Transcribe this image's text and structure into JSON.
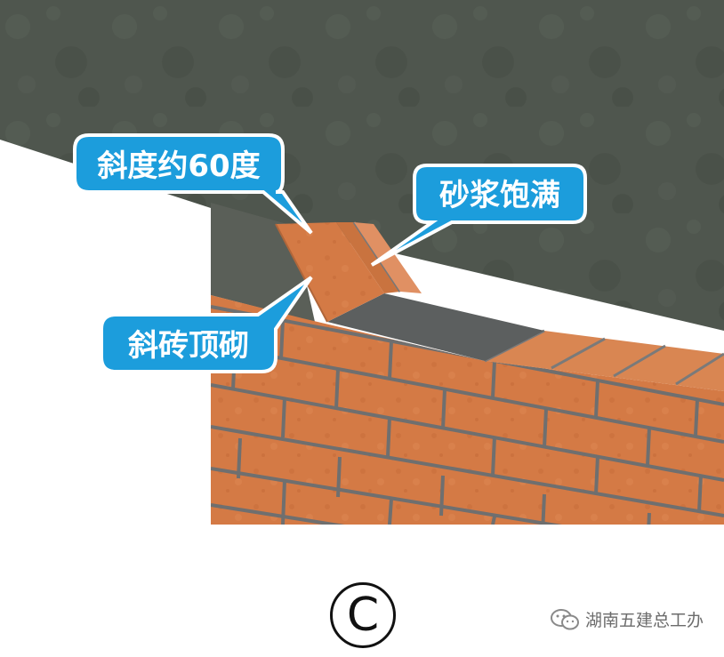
{
  "callouts": {
    "angle": "斜度约60度",
    "mortar": "砂浆饱满",
    "slant_brick": "斜砖顶砌"
  },
  "figure_label": "C",
  "watermark": "湖南五建总工办",
  "colors": {
    "concrete": "#4f564e",
    "brick": "#d47a45",
    "mortar_joint": "#777777",
    "callout_blue": "#1c9ddc"
  }
}
